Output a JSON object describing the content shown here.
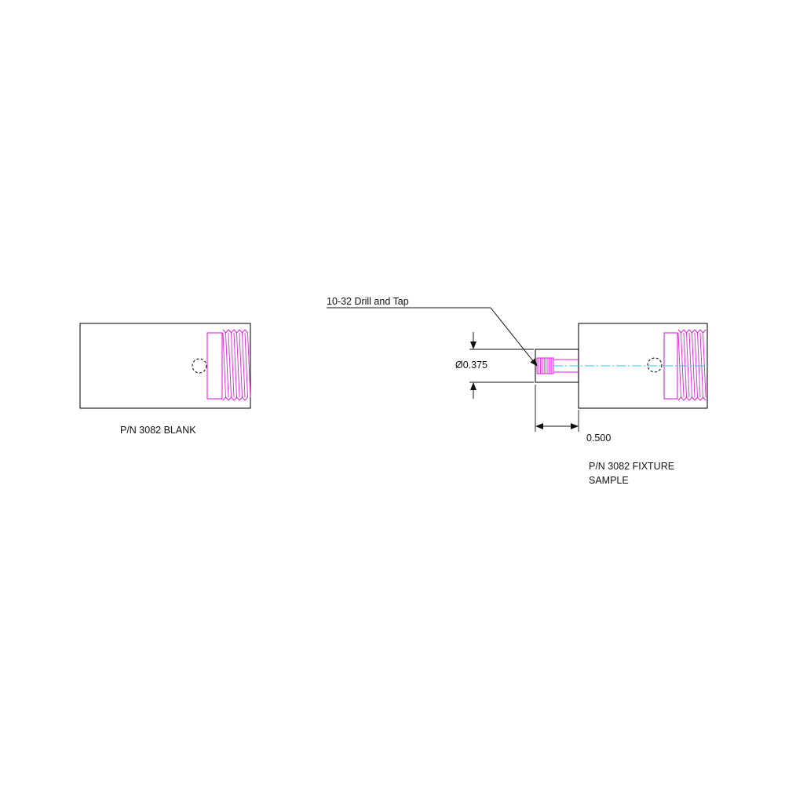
{
  "blank": {
    "part_label": "P/N 3082 BLANK"
  },
  "fixture": {
    "part_label_line1": "P/N 3082 FIXTURE",
    "part_label_line2": "SAMPLE",
    "callout": "10-32 Drill and Tap",
    "diameter_dim": "Ø0.375",
    "length_dim": "0.500"
  },
  "colors": {
    "outline": "#111111",
    "thread": "#e21ee2",
    "centerline": "#22c8e6",
    "background": "#ffffff"
  }
}
